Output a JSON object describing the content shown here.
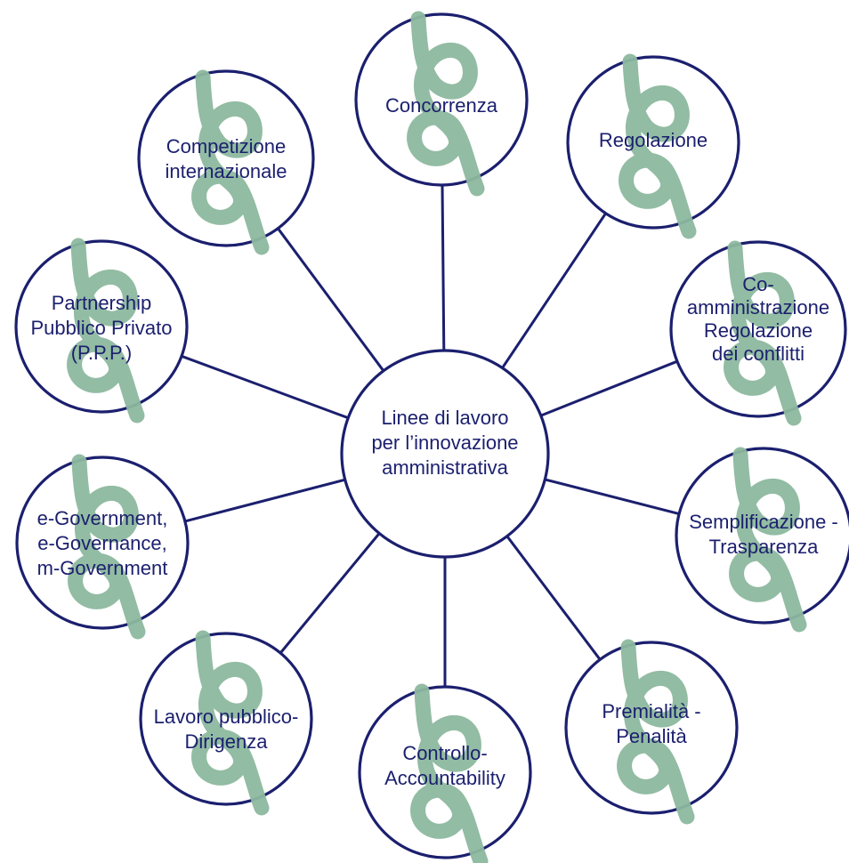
{
  "center": {
    "lines": [
      "Linee di lavoro",
      "per l’innovazione",
      "amministrativa"
    ]
  },
  "nodes": [
    {
      "id": "concorrenza",
      "lines": [
        "Concorrenza"
      ]
    },
    {
      "id": "regolazione",
      "lines": [
        "Regolazione"
      ]
    },
    {
      "id": "co-amministrazione",
      "lines": [
        "Co-",
        "amministrazione",
        "Regolazione",
        "dei conflitti"
      ]
    },
    {
      "id": "semplificazione",
      "lines": [
        "Semplificazione -",
        "Trasparenza"
      ]
    },
    {
      "id": "premialita",
      "lines": [
        "Premialità -",
        "Penalità"
      ]
    },
    {
      "id": "controllo",
      "lines": [
        "Controllo-",
        "Accountability"
      ]
    },
    {
      "id": "lavoro-pubblico",
      "lines": [
        "Lavoro pubblico-",
        "Dirigenza"
      ]
    },
    {
      "id": "e-government",
      "lines": [
        "e-Government,",
        "e-Governance,",
        "m-Government"
      ]
    },
    {
      "id": "partnership",
      "lines": [
        "Partnership",
        "Pubblico Privato",
        "(P.P.P.)"
      ]
    },
    {
      "id": "competizione",
      "lines": [
        "Competizione",
        "internazionale"
      ]
    }
  ],
  "colors": {
    "outline": "#1b1f6e",
    "knot": "#8cb89e",
    "background": "#ffffff"
  },
  "icons": {
    "knot": "knot-icon"
  }
}
